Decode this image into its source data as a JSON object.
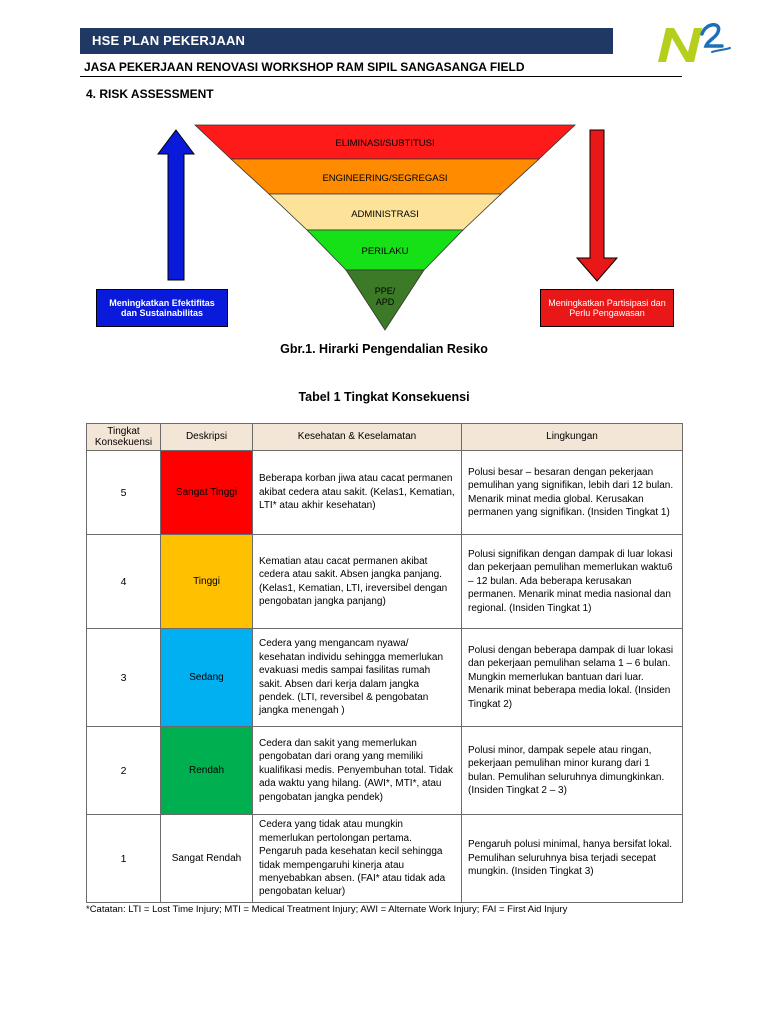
{
  "header": {
    "title": "HSE PLAN PEKERJAAN",
    "subtitle": "JASA PEKERJAAN RENOVASI WORKSHOP RAM SIPIL SANGASANGA FIELD",
    "section": "4. RISK ASSESSMENT"
  },
  "colors": {
    "banner": "#1f3864",
    "level_red": "#ff0000",
    "level_orange": "#ffc000",
    "level_cyan": "#00b0f0",
    "level_green": "#00b050",
    "arrow_blue": "#0a1adb",
    "arrow_red": "#e81818"
  },
  "figure": {
    "pyramid_levels": [
      {
        "label": "ELIMINASI/SUBTITUSI",
        "color": "#ff1a1a"
      },
      {
        "label": "ENGINEERING/SEGREGASI",
        "color": "#ff8c00"
      },
      {
        "label": "ADMINISTRASI",
        "color": "#fde39a"
      },
      {
        "label": "PERILAKU",
        "color": "#16e016"
      },
      {
        "label_line1": "PPE/",
        "label_line2": "APD",
        "color": "#3c7a27"
      }
    ],
    "left_box": "Meningkatkan Efektifitas dan Sustainabilitas",
    "right_box": "Meningkatkan Partisipasi dan Perlu Pengawasan",
    "caption": "Gbr.1. Hirarki Pengendalian Resiko"
  },
  "table": {
    "caption": "Tabel 1 Tingkat Konsekuensi",
    "headers": {
      "level": "Tingkat Konsekuensi",
      "desc": "Deskripsi",
      "health": "Kesehatan & Keselamatan",
      "env": "Lingkungan"
    },
    "rows": [
      {
        "level": "5",
        "desc": "Sangat Tinggi",
        "health": "Beberapa korban jiwa atau cacat permanen akibat cedera atau sakit. (Kelas1, Kematian, LTI* atau akhir kesehatan)",
        "env": "Polusi besar – besaran dengan pekerjaan pemulihan yang signifikan, lebih dari 12 bulan. Menarik minat media global. Kerusakan permanen yang signifikan. (Insiden Tingkat 1)"
      },
      {
        "level": "4",
        "desc": "Tinggi",
        "health": "Kematian atau cacat permanen akibat cedera atau sakit. Absen jangka panjang. (Kelas1, Kematian, LTI, ireversibel dengan pengobatan jangka panjang)",
        "env": "Polusi signifikan dengan dampak di luar lokasi dan pekerjaan pemulihan memerlukan waktu6 – 12 bulan. Ada beberapa kerusakan permanen. Menarik minat media nasional dan regional. (Insiden Tingkat 1)"
      },
      {
        "level": "3",
        "desc": "Sedang",
        "health": "Cedera yang mengancam nyawa/ kesehatan individu sehingga memerlukan evakuasi medis sampai fasilitas rumah sakit. Absen dari kerja dalam jangka pendek. (LTI, reversibel & pengobatan jangka menengah )",
        "env": "Polusi dengan beberapa dampak di luar lokasi dan pekerjaan pemulihan selama 1 – 6 bulan. Mungkin memerlukan bantuan dari luar. Menarik minat beberapa media lokal. (Insiden Tingkat 2)"
      },
      {
        "level": "2",
        "desc": "Rendah",
        "health": "Cedera dan sakit yang memerlukan pengobatan dari orang yang memiliki kualifikasi medis. Penyembuhan total. Tidak ada waktu yang hilang. (AWI*, MTI*, atau pengobatan jangka pendek)",
        "env": "Polusi minor, dampak sepele atau ringan, pekerjaan pemulihan minor kurang dari 1 bulan. Pemulihan seluruhnya dimungkinkan. (Insiden Tingkat 2 – 3)"
      },
      {
        "level": "1",
        "desc": "Sangat Rendah",
        "health": "Cedera yang tidak atau mungkin memerlukan pertolongan pertama. Pengaruh pada kesehatan kecil sehingga tidak mempengaruhi kinerja atau menyebabkan absen. (FAI* atau tidak ada pengobatan keluar)",
        "env": "Pengaruh polusi minimal, hanya bersifat lokal. Pemulihan seluruhnya bisa terjadi secepat mungkin. (Insiden Tingkat 3)"
      }
    ],
    "footnote": "*Catatan:   LTI = Lost Time Injury; MTI = Medical Treatment Injury; AWI = Alternate Work Injury; FAI = First Aid Injury"
  }
}
